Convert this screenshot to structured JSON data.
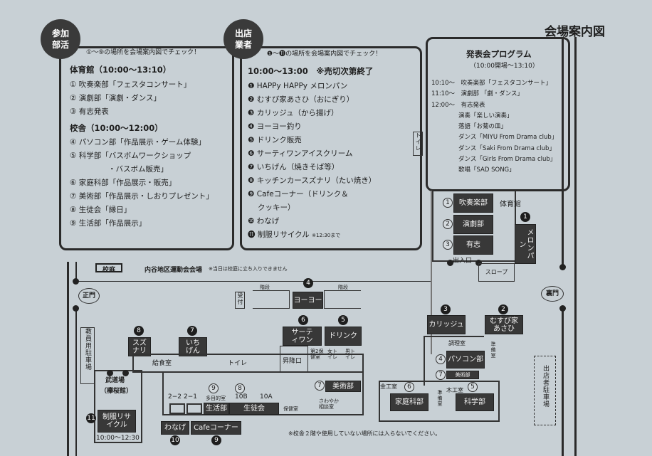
{
  "title": "会場案内図",
  "clubs": {
    "badge_1": "参加",
    "badge_2": "部活",
    "note": "①〜⑨の場所を会場案内図でチェック！",
    "gym_heading": "体育館（10:00〜13:10）",
    "gym_items": [
      "① 吹奏楽部「フェスタコンサート」",
      "② 演劇部「演劇・ダンス」",
      "③ 有志発表"
    ],
    "school_heading": "校舎（10:00〜12:00）",
    "school_items": [
      "④ パソコン部「作品展示・ゲーム体験」",
      "⑤ 科学部「バスボムワークショップ",
      "・バスボム販売」",
      "⑥ 家庭科部「作品展示・販売」",
      "⑦ 美術部「作品展示・しおりプレゼント」",
      "⑧ 生徒会「縁日」",
      "⑨ 生活部「作品展示」"
    ]
  },
  "vendors": {
    "badge_1": "出店",
    "badge_2": "業者",
    "note": "❶〜⓫の場所を会場案内図でチェック！",
    "heading": "10:00〜13:00　※売切次第終了",
    "items": [
      "❶ HAPPy HAPPy メロンパン",
      "❷ むすび家あさひ（おにぎり）",
      "❸ カリッジュ（から揚げ）",
      "❹ ヨーヨー釣り",
      "❺ ドリンク販売",
      "❻ サーティワンアイスクリーム",
      "❼ いちげん（焼きそば等）",
      "❽ キッチンカースズナリ（たい焼き）",
      "❾ Cafeコーナー（ドリンク＆",
      "クッキー）",
      "❿ わなげ",
      "⓫ 制服リサイクル"
    ],
    "item11_note": "※12:30まで"
  },
  "program": {
    "title": "発表会プログラム",
    "subtitle": "（10:00開場〜13:10）",
    "rows": [
      "10:10〜　吹奏楽部「フェスタコンサート」",
      "11:10〜　演劇部 「劇・ダンス」",
      "12:00〜　有志発表"
    ],
    "sub_rows": [
      "演奏「楽しい演奏」",
      "落語「お菊の皿」",
      "ダンス「MIYU From Drama club」",
      "ダンス「Saki From Drama club」",
      "ダンス「Girls From Drama club」",
      "歌唱「SAD SONG」"
    ]
  },
  "map": {
    "toilet_top": "トイレ",
    "schoolyard": "校庭",
    "sports_venue": "内谷地区運動会会場",
    "yard_note": "※当日は校庭に立ち入りできません",
    "main_gate": "正門",
    "back_gate": "裏門",
    "stairs": "階段",
    "reception": "受付",
    "yoyo": "ヨーヨー",
    "thirtyone": "サーティワン",
    "drink": "ドリンク",
    "suzunari": "スズナリ",
    "ichigen": "いちげん",
    "kitchen": "給食室",
    "toilet": "トイレ",
    "entrance": "昇降口",
    "nurse2": "第2保健室",
    "toilet_f": "女トイレ",
    "toilet_m": "男トイレ",
    "staff_parking": "教員用駐車場",
    "dojo": "武道場",
    "dojo_sub": "（欅桜館）",
    "uniform": "制服リサイクル",
    "uniform_time": "10:00〜12:30",
    "r22": "2−2",
    "r21": "2−1",
    "multi": "多目的室",
    "r10b": "10B",
    "r10a": "10A",
    "seikatsu": "生活部",
    "seitokai": "生徒会",
    "nurse": "保健室",
    "counsel": "さわやか相談室",
    "art": "美術部",
    "wanage": "わなげ",
    "cafe": "Cafeコーナー",
    "gym": "体育館",
    "brass": "吹奏楽部",
    "drama": "演劇部",
    "volunteer": "有志",
    "melonpan": "メロンパン",
    "gym_entrance": "出入口",
    "slope": "スロープ",
    "karijju": "カリッジュ",
    "musubiya": "むすび家あさひ",
    "cooking": "調理室",
    "pc": "パソコン部",
    "art2": "美術部",
    "prep": "準備室",
    "metal": "金工室",
    "home_ec": "家庭科部",
    "wood": "木工室",
    "science": "科学部",
    "vendor_parking": "出店者駐車場",
    "footnote": "※校舎２階や使用していない場所には入らないでください。"
  }
}
